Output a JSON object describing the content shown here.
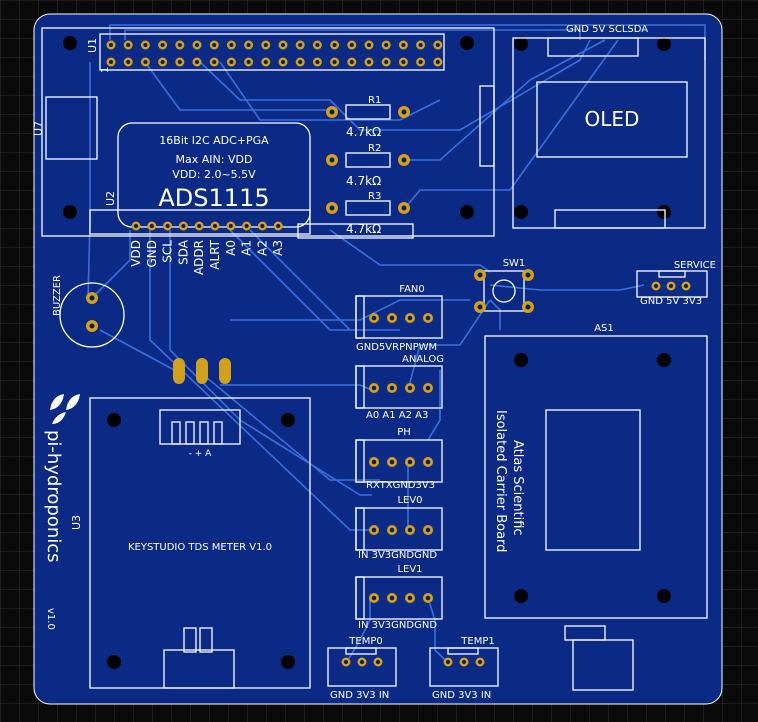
{
  "colors": {
    "board": "#0a2a86",
    "trace": "#3a6fe0",
    "silkscreen": "#ffffff",
    "copper": "#d4a017",
    "background": "#0a0a0a",
    "grid": "#3a3a3a"
  },
  "headers": {
    "u1": "U1",
    "u1_pin1": "1",
    "u7": "U7",
    "u2": "U2",
    "u3": "U3"
  },
  "ads": {
    "line1": "16Bit I2C ADC+PGA",
    "line2": "Max AIN: VDD",
    "line3": "VDD: 2.0~5.5V",
    "name": "ADS1115",
    "pins": [
      "VDD",
      "GND",
      "SCL",
      "SDA",
      "ADDR",
      "ALRT",
      "A0",
      "A1",
      "A2",
      "A3"
    ]
  },
  "resistors": {
    "r1": "R1",
    "r1_val": "4.7kΩ",
    "r2": "R2",
    "r2_val": "4.7kΩ",
    "r3": "R3",
    "r3_val": "4.7kΩ"
  },
  "oled": {
    "pins": "GND 5V SCLSDA",
    "label": "OLED"
  },
  "buzzer": "BUZZER",
  "sw1": "SW1",
  "service": {
    "title": "SERVICE",
    "pins": "GND 5V 3V3"
  },
  "connectors": {
    "fan0_title": "FAN0",
    "fan0_pins": "GND5VRPNPWM",
    "analog_title": "ANALOG",
    "analog_pins": "A0 A1 A2 A3",
    "ph_title": "PH",
    "ph_pins": "RXTXGND3V3",
    "lev0_title": "LEV0",
    "lev0_pins": "IN 3V3GNDGND",
    "lev1_title": "LEV1",
    "lev1_pins": "IN 3V3GNDGND",
    "temp0_title": "TEMP0",
    "temp0_pins": "GND 3V3 IN",
    "temp1_title": "TEMP1",
    "temp1_pins": "GND 3V3 IN"
  },
  "atlas": {
    "ref": "AS1",
    "line1": "Atlas Scientific",
    "line2": "Isolated Carrier Board"
  },
  "tds": {
    "label": "KEYSTUDIO TDS METER V1.0",
    "pin_labels": "- + A"
  },
  "logo": {
    "name": "pi-hydroponics",
    "version": "v1.0"
  }
}
